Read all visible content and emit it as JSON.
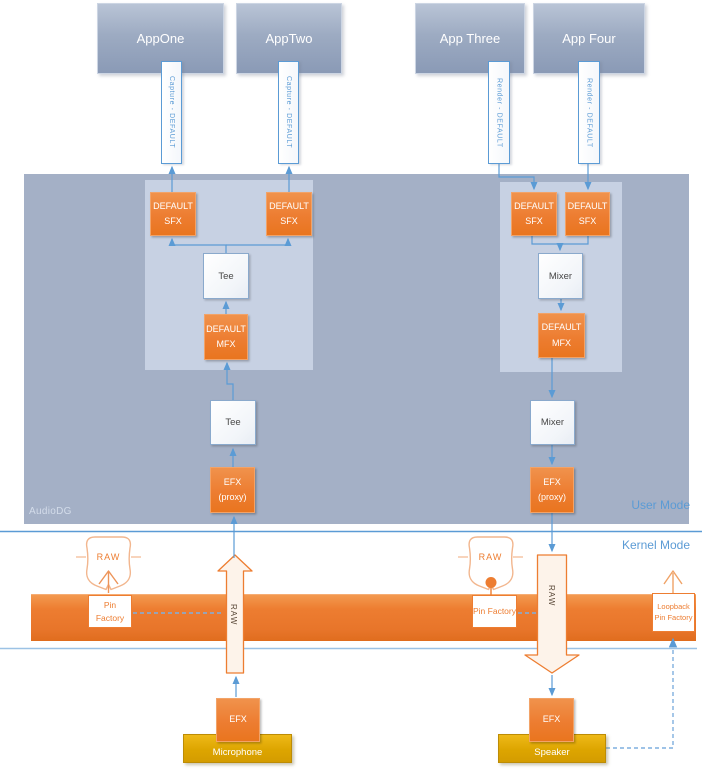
{
  "apps": {
    "one": "AppOne",
    "two": "AppTwo",
    "three": "App Three",
    "four": "App Four"
  },
  "streams": {
    "capture": "Capture - DEFAULT",
    "render": "Render - DEFAULT"
  },
  "audiodg": {
    "name": "AudioDG"
  },
  "modes": {
    "user": "User Mode",
    "kernel": "Kernel Mode"
  },
  "fx": {
    "sfx": "DEFAULT SFX",
    "mfx": "DEFAULT MFX",
    "efx_proxy": "EFX (proxy)",
    "efx": "EFX",
    "tee": "Tee",
    "mixer": "Mixer"
  },
  "kernel_objects": {
    "raw": "RAW",
    "raw_stream": "RAW",
    "pin_factory": "Pin Factory",
    "loopback_pin_factory": "Loopback Pin Factory"
  },
  "devices": {
    "microphone": "Microphone",
    "speaker": "Speaker"
  },
  "colors": {
    "accent_blue": "#5b9bd5",
    "light_blue": "#9cc2e5",
    "accent_orange": "#ed7d31",
    "light_orange": "#f2a368",
    "blue_gray_region": "#a4b0c6",
    "light_blue_gray_region": "#c7d1e3",
    "app_blue_gray": "#8a9ab6",
    "gold": "#dda500"
  }
}
